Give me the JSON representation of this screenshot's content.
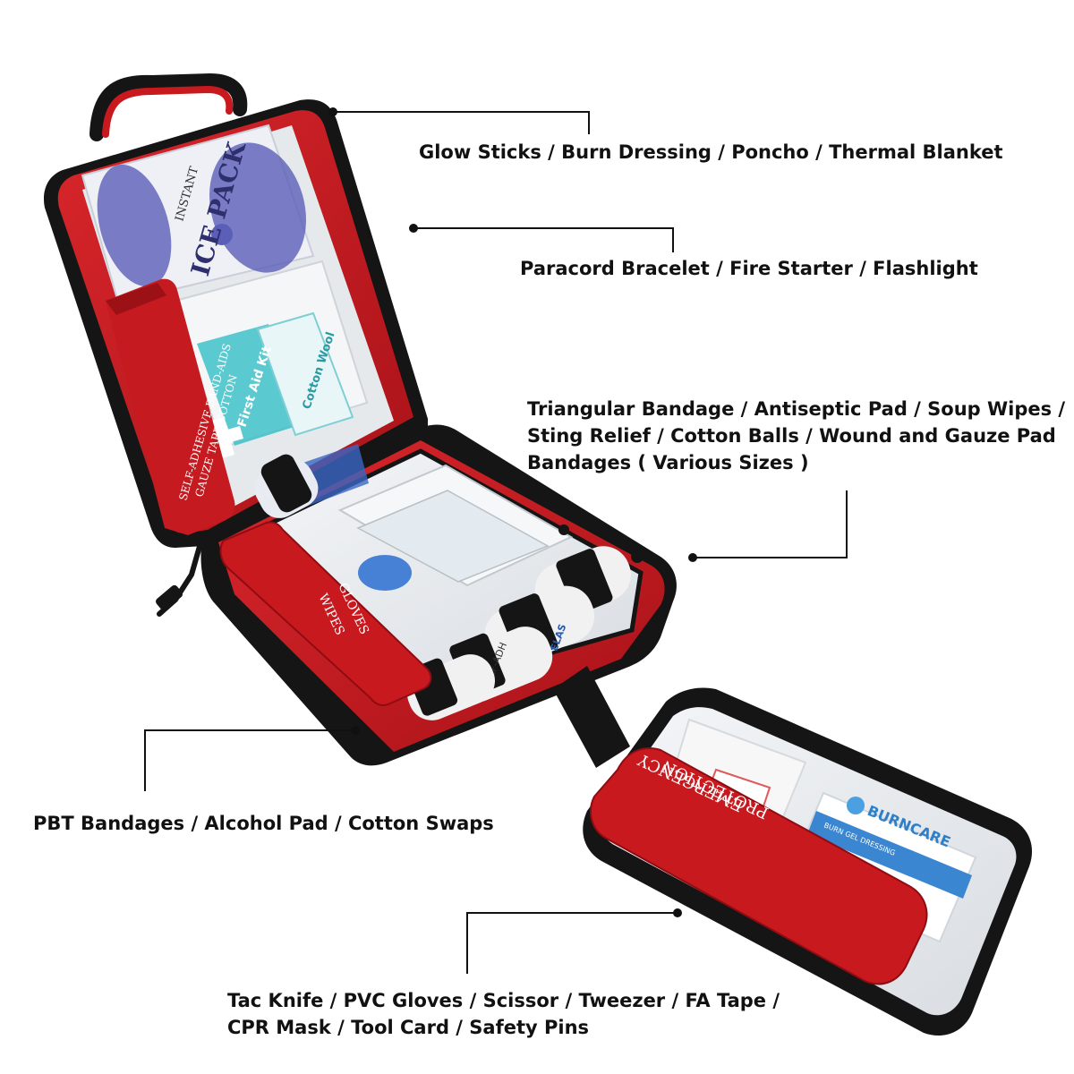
{
  "callouts": [
    {
      "id": "top",
      "lines": [
        "Glow Sticks / Burn Dressing / Poncho / Thermal Blanket"
      ]
    },
    {
      "id": "upper",
      "lines": [
        "Paracord Bracelet / Fire Starter / Flashlight"
      ]
    },
    {
      "id": "middle",
      "lines": [
        "Triangular Bandage / Antiseptic Pad / Soup Wipes /",
        "Sting Relief / Cotton Balls / Wound and Gauze Pad",
        "Bandages ( Various Sizes )"
      ]
    },
    {
      "id": "left",
      "lines": [
        "PBT Bandages / Alcohol Pad / Cotton Swaps"
      ]
    },
    {
      "id": "bottom",
      "lines": [
        "Tac Knife / PVC Gloves / Scissor / Tweezer / FA Tape /",
        "CPR Mask / Tool Card / Safety Pins"
      ]
    }
  ],
  "kit": {
    "ice_pack_instant": "INSTANT",
    "ice_pack_label": "ICE PACK",
    "side_pocket_line1": "SELF-ADHESIVE BAND-AIDS",
    "side_pocket_line2": "GAUZE TAPE COTTON",
    "front_pocket_line1": "GLOVES",
    "front_pocket_line2": "WIPES",
    "flap_pocket_line1": "EMERGENCY",
    "flap_pocket_line2": "PROTECTION",
    "cotton_wool": "Cotton Wool",
    "first_aid_kit": "First Aid Kit",
    "burncare": "BURNCARE",
    "burncare_sub": "BURN GEL DRESSING",
    "tape_label": "ELAS",
    "tape_label2": "SELF-ADH"
  },
  "colors": {
    "bag_red": "#c8191f",
    "bag_dark_red": "#8e0c12",
    "trim_black": "#151515",
    "interior": "#e9ecee",
    "text": "#111111"
  }
}
